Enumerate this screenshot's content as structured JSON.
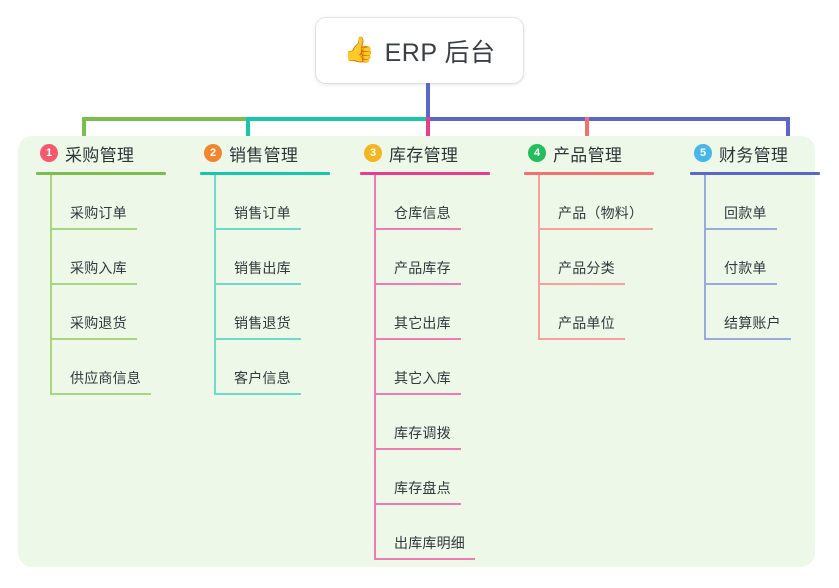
{
  "root": {
    "icon": "thumbs-up-icon",
    "emoji": "👍",
    "title": "ERP 后台"
  },
  "colors": {
    "panel_background": "#eef8e9",
    "page_background": "#ffffff",
    "root_text": "#3a3f46",
    "branch_green": "#7cbd4f",
    "branch_teal": "#18c5ae",
    "branch_pink": "#e83c8f",
    "branch_red": "#f2706e",
    "branch_blue": "#5a67c8"
  },
  "columns": [
    {
      "number": "1",
      "title": "采购管理",
      "badge_color": "#f5596d",
      "line_color": "#7cbd4f",
      "item_line_color": "#a8d57f",
      "items": [
        {
          "label": "采购订单"
        },
        {
          "label": "采购入库"
        },
        {
          "label": "采购退货"
        },
        {
          "label": "供应商信息"
        }
      ]
    },
    {
      "number": "2",
      "title": "销售管理",
      "badge_color": "#f2862f",
      "line_color": "#18c5ae",
      "item_line_color": "#6fd9cb",
      "items": [
        {
          "label": "销售订单"
        },
        {
          "label": "销售出库"
        },
        {
          "label": "销售退货"
        },
        {
          "label": "客户信息"
        }
      ]
    },
    {
      "number": "3",
      "title": "库存管理",
      "badge_color": "#f5b520",
      "line_color": "#e83c8f",
      "item_line_color": "#ef7ab4",
      "items": [
        {
          "label": "仓库信息"
        },
        {
          "label": "产品库存"
        },
        {
          "label": "其它出库"
        },
        {
          "label": "其它入库"
        },
        {
          "label": "库存调拨"
        },
        {
          "label": "库存盘点"
        },
        {
          "label": "出库库明细"
        }
      ]
    },
    {
      "number": "4",
      "title": "产品管理",
      "badge_color": "#23bd5e",
      "line_color": "#f2706e",
      "item_line_color": "#f6a19d",
      "items": [
        {
          "label": "产品（物料）"
        },
        {
          "label": "产品分类"
        },
        {
          "label": "产品单位"
        }
      ]
    },
    {
      "number": "5",
      "title": "财务管理",
      "badge_color": "#45b7e8",
      "line_color": "#5a67c8",
      "item_line_color": "#9aaae0",
      "items": [
        {
          "label": "回款单"
        },
        {
          "label": "付款单"
        },
        {
          "label": "结算账户"
        }
      ]
    }
  ]
}
